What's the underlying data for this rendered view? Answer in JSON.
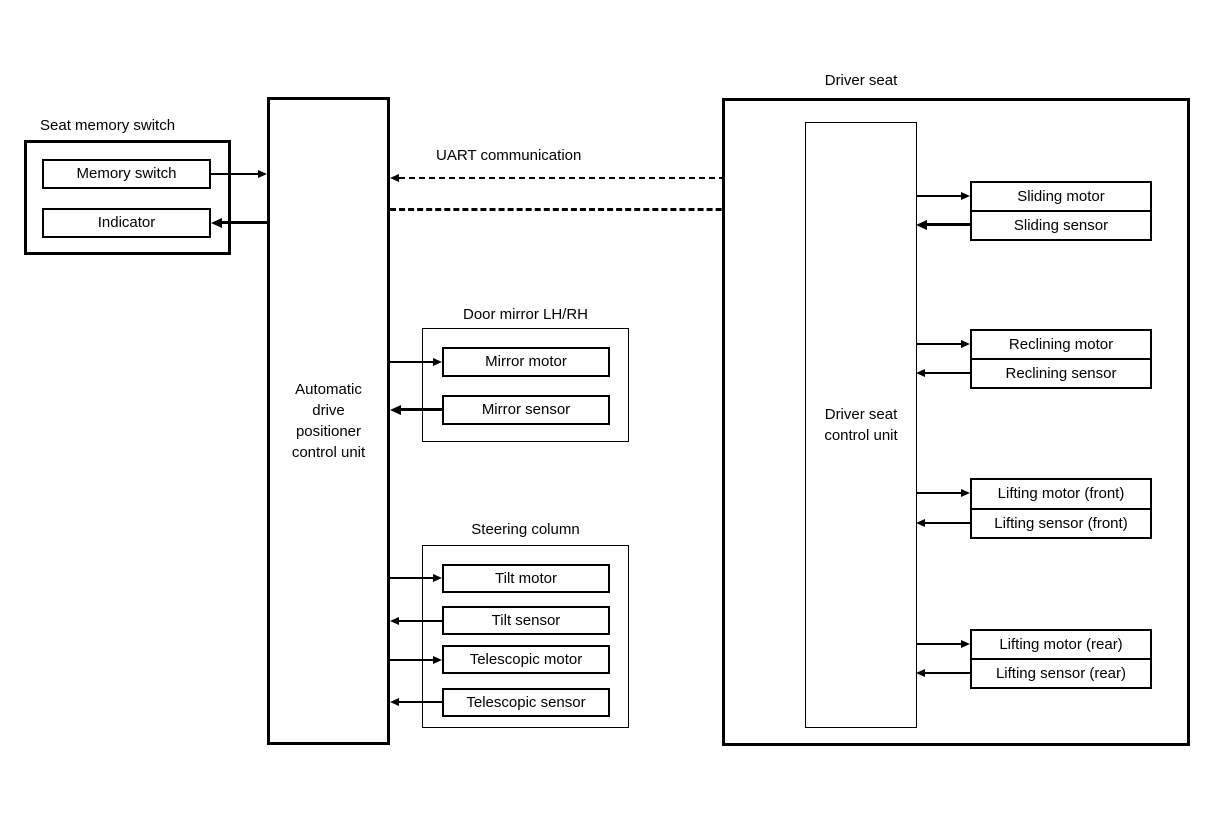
{
  "colors": {
    "line": "#000000",
    "background": "#ffffff"
  },
  "seat_memory_switch": {
    "label": "Seat memory switch",
    "memory_switch": "Memory switch",
    "indicator": "Indicator"
  },
  "adp_unit": {
    "lines": [
      "Automatic",
      "drive",
      "positioner",
      "control unit"
    ]
  },
  "uart": {
    "label": "UART communication"
  },
  "door_mirror": {
    "label": "Door mirror LH/RH",
    "motor": "Mirror motor",
    "sensor": "Mirror sensor"
  },
  "steering_column": {
    "label": "Steering column",
    "items": [
      "Tilt motor",
      "Tilt sensor",
      "Telescopic motor",
      "Telescopic sensor"
    ]
  },
  "driver_seat": {
    "label": "Driver seat",
    "control_unit_lines": [
      "Driver seat",
      "control unit"
    ],
    "pairs": [
      {
        "motor": "Sliding motor",
        "sensor": "Sliding sensor"
      },
      {
        "motor": "Reclining motor",
        "sensor": "Reclining sensor"
      },
      {
        "motor": "Lifting motor (front)",
        "sensor": "Lifting sensor (front)"
      },
      {
        "motor": "Lifting motor (rear)",
        "sensor": "Lifting sensor (rear)"
      }
    ]
  }
}
